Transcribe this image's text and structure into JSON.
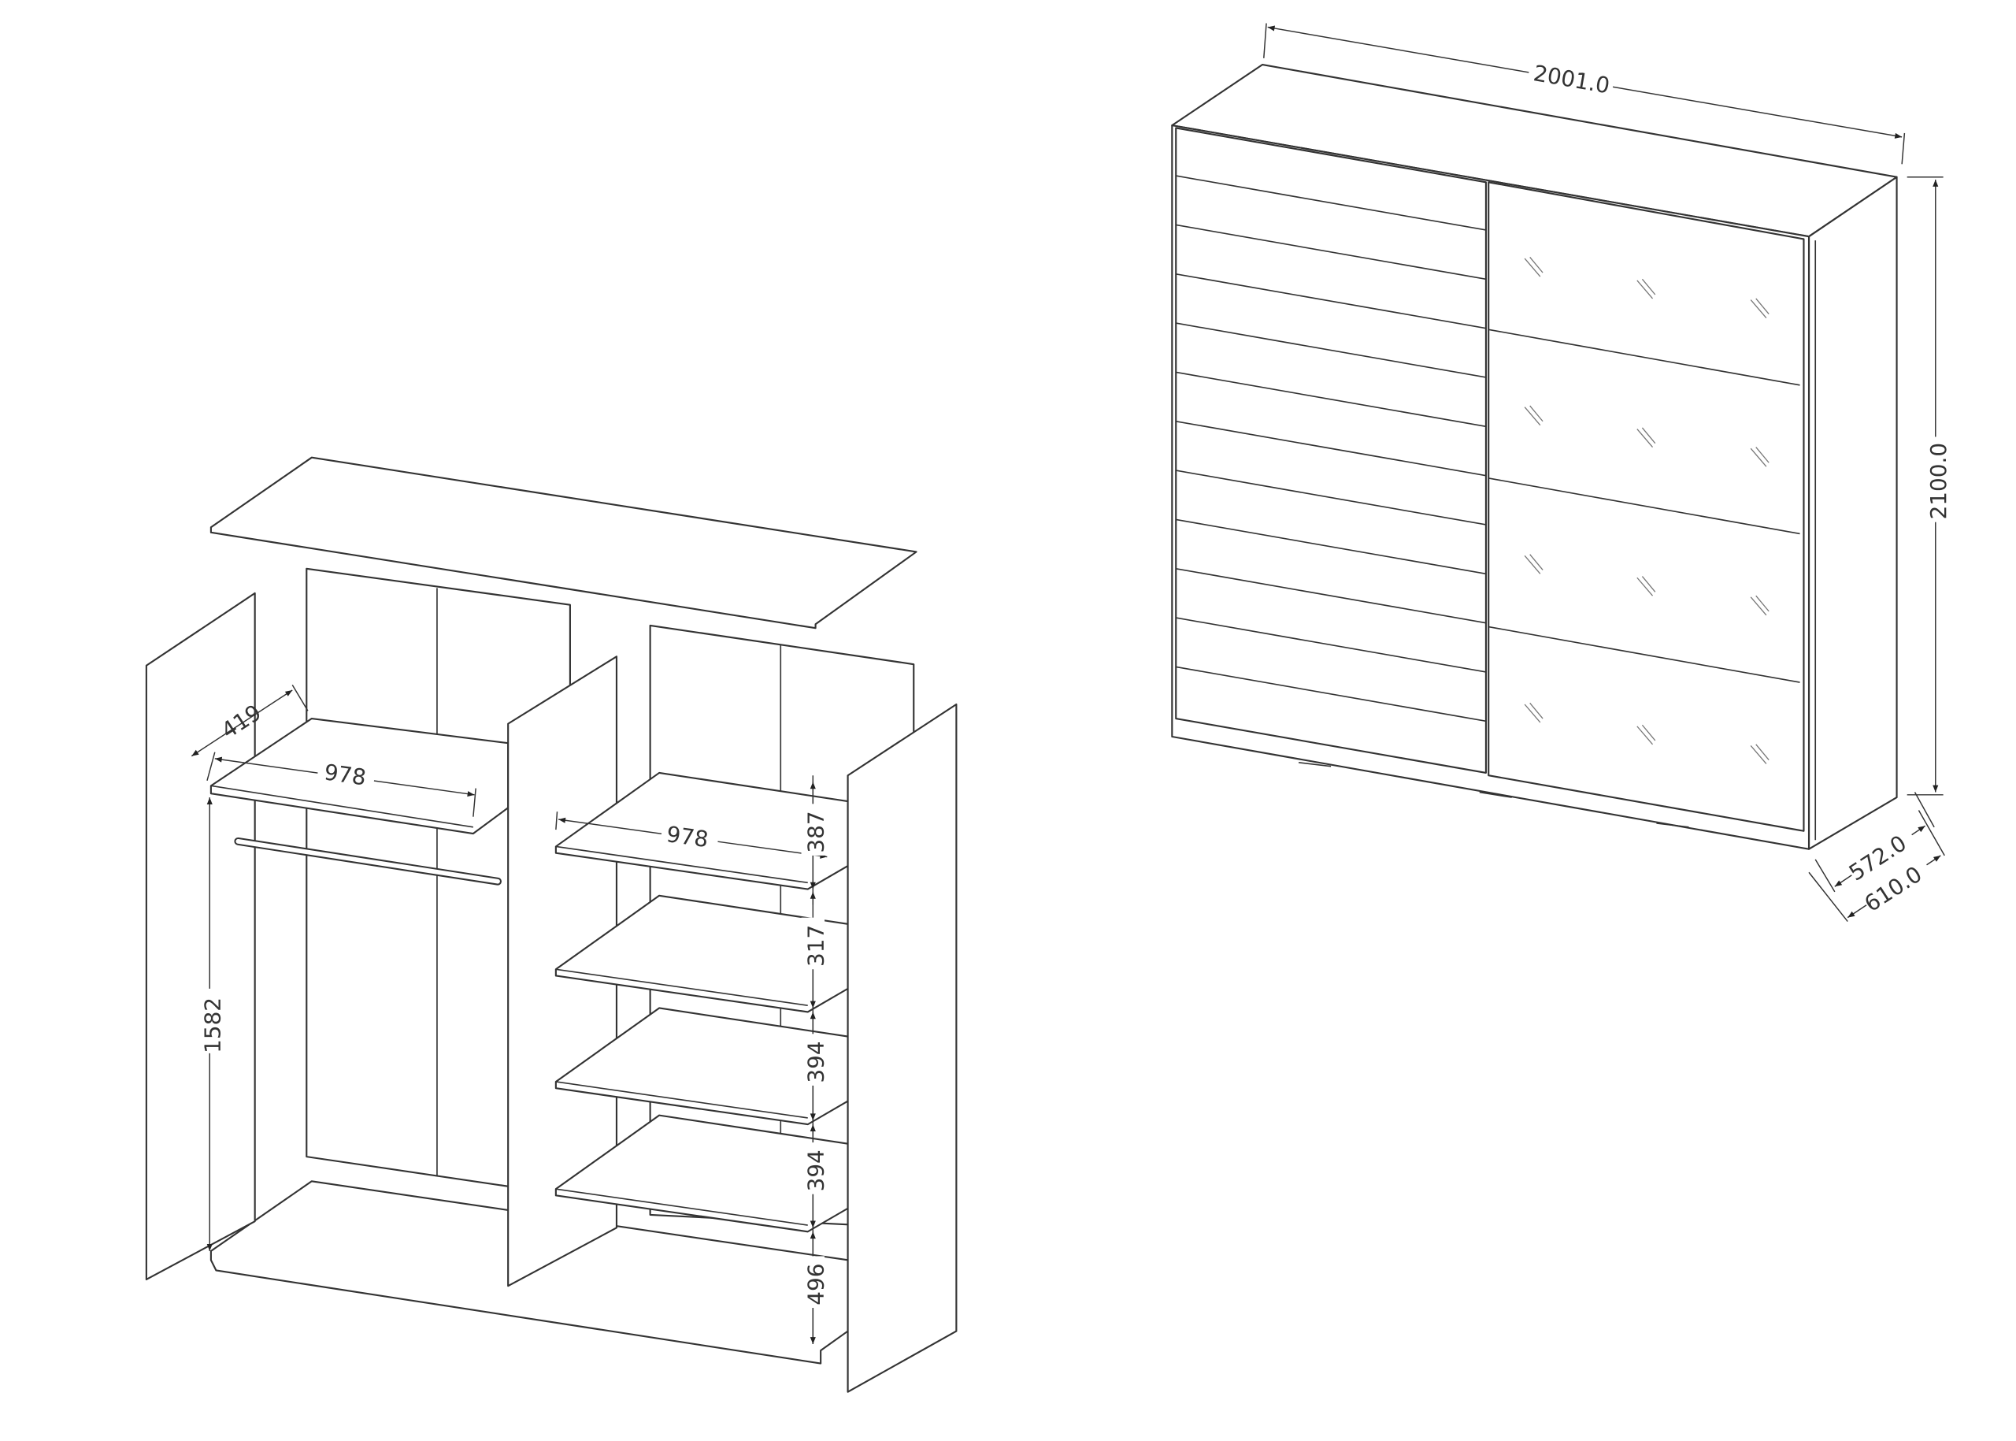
{
  "left_drawing": {
    "dimensions": {
      "depth_shelf": "419",
      "width_left_shelf": "978",
      "width_right_shelf": "978",
      "height_hanging": "1582",
      "shelf_gap_1": "387",
      "shelf_gap_2": "317",
      "shelf_gap_3": "394",
      "shelf_gap_4": "394",
      "shelf_gap_5": "496"
    }
  },
  "right_drawing": {
    "dimensions": {
      "width": "2001.0",
      "height": "2100.0",
      "depth_inner": "572.0",
      "depth_outer": "610.0"
    }
  }
}
